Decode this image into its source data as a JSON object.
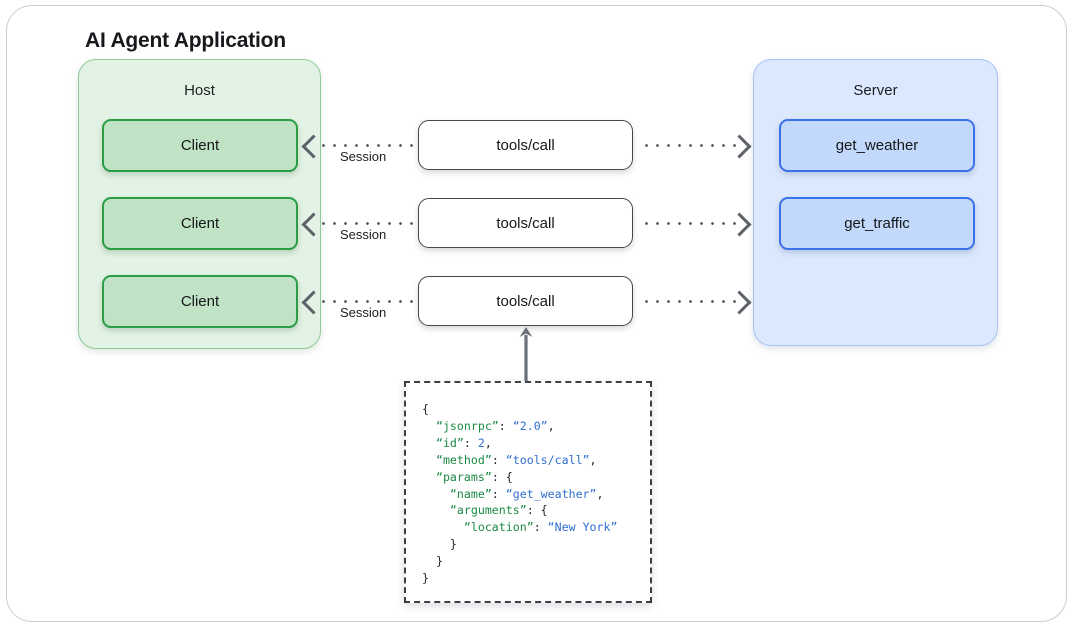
{
  "diagram": {
    "title": "AI Agent Application",
    "type": "architecture-flow"
  },
  "host": {
    "label": "Host",
    "fill_color": "#e2f2e4",
    "border_color": "#8fcb99",
    "clients": [
      {
        "label": "Client"
      },
      {
        "label": "Client"
      },
      {
        "label": "Client"
      }
    ],
    "client_fill_color": "#bfe3c4",
    "client_border_color": "#2c9c45"
  },
  "server": {
    "label": "Server",
    "fill_color": "#dbe8fd",
    "border_color": "#a9c4f4",
    "tools": [
      {
        "label": "get_weather"
      },
      {
        "label": "get_traffic"
      }
    ],
    "tool_fill_color": "#c3d9fb",
    "tool_border_color": "#3b72e8"
  },
  "connections": [
    {
      "call_label": "tools/call",
      "session_label": "Session"
    },
    {
      "call_label": "tools/call",
      "session_label": "Session"
    },
    {
      "call_label": "tools/call",
      "session_label": "Session"
    }
  ],
  "payload": {
    "border_style": "dashed",
    "lines": [
      [
        {
          "t": "{",
          "c": "p"
        }
      ],
      [
        {
          "t": "  ",
          "c": "p"
        },
        {
          "t": "“jsonrpc”",
          "c": "k"
        },
        {
          "t": ": ",
          "c": "p"
        },
        {
          "t": "“2.0”",
          "c": "s"
        },
        {
          "t": ",",
          "c": "p"
        }
      ],
      [
        {
          "t": "  ",
          "c": "p"
        },
        {
          "t": "“id”",
          "c": "k"
        },
        {
          "t": ": ",
          "c": "p"
        },
        {
          "t": "2",
          "c": "n"
        },
        {
          "t": ",",
          "c": "p"
        }
      ],
      [
        {
          "t": "  ",
          "c": "p"
        },
        {
          "t": "“method”",
          "c": "k"
        },
        {
          "t": ": ",
          "c": "p"
        },
        {
          "t": "“tools/call”",
          "c": "s"
        },
        {
          "t": ",",
          "c": "p"
        }
      ],
      [
        {
          "t": "  ",
          "c": "p"
        },
        {
          "t": "“params”",
          "c": "k"
        },
        {
          "t": ": {",
          "c": "p"
        }
      ],
      [
        {
          "t": "    ",
          "c": "p"
        },
        {
          "t": "“name”",
          "c": "k"
        },
        {
          "t": ": ",
          "c": "p"
        },
        {
          "t": "“get_weather”",
          "c": "s"
        },
        {
          "t": ",",
          "c": "p"
        }
      ],
      [
        {
          "t": "    ",
          "c": "p"
        },
        {
          "t": "“arguments”",
          "c": "k"
        },
        {
          "t": ": {",
          "c": "p"
        }
      ],
      [
        {
          "t": "      ",
          "c": "p"
        },
        {
          "t": "“location”",
          "c": "k"
        },
        {
          "t": ": ",
          "c": "p"
        },
        {
          "t": "“New York”",
          "c": "s"
        }
      ],
      [
        {
          "t": "    }",
          "c": "p"
        }
      ],
      [
        {
          "t": "  }",
          "c": "p"
        }
      ],
      [
        {
          "t": "}",
          "c": "p"
        }
      ]
    ]
  }
}
